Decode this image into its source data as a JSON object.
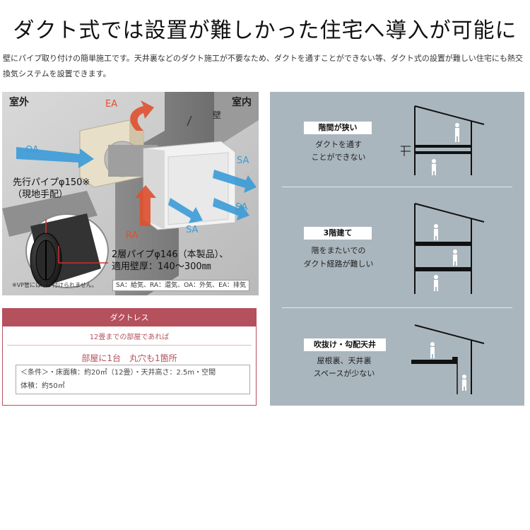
{
  "headline": "ダクト式では設置が難しかった住宅へ導入が可能に",
  "intro": "壁にパイプ取り付けの簡単施工です。天井裏などのダクト施工が不要なため、ダクトを通すことができない等、ダクト式の設置が難しい住宅にも熱交換気システムを設置できます。",
  "illustration": {
    "outdoor_label": "室外",
    "indoor_label": "室内",
    "wall_label": "壁",
    "ea_label": "EA",
    "oa_label": "OA",
    "sa_label": "SA",
    "ra_label": "RA",
    "pipe_label_line1": "先行パイプφ150※",
    "pipe_label_line2": "（現地手配）",
    "product_pipe_line1": "2層パイプφ146（本製品）、",
    "product_pipe_line2": "適用壁厚：140～300㎜",
    "vp_note": "※VP管には取り付けられません。",
    "legend": "SA：給気、RA：還気、OA：外気、EA：排気"
  },
  "ductless": {
    "title": "ダクトレス",
    "subtitle": "12畳までの部屋であれば",
    "main": "部屋に1台　丸穴も1箇所",
    "conditions_line1": "＜条件＞・床面積：約20㎡（12畳）・天井高さ：2.5m・空間",
    "conditions_line2": "体積：約50㎡"
  },
  "cases": [
    {
      "badge": "階間が狭い",
      "line1": "ダクトを通す",
      "line2": "ことができない"
    },
    {
      "badge": "3階建て",
      "line1": "階をまたいでの",
      "line2": "ダクト経路が難しい"
    },
    {
      "badge": "吹抜け・勾配天井",
      "line1": "屋根裏、天井裏",
      "line2": "スペースが少ない"
    }
  ],
  "colors": {
    "accent_red": "#b5505d",
    "arrow_blue": "#3a9bd8",
    "arrow_orange": "#e0502f",
    "panel_gray": "#aab6bd"
  }
}
